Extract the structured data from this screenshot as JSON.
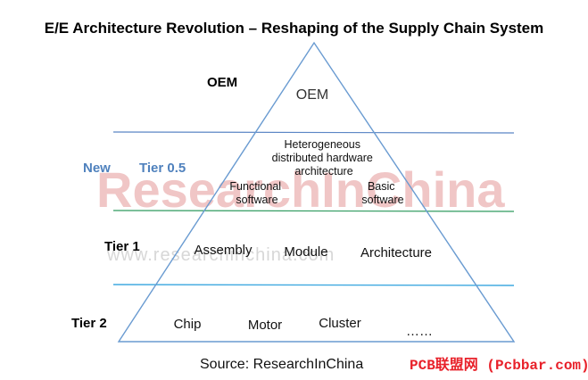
{
  "title": "E/E Architecture Revolution – Reshaping of the Supply Chain System",
  "tiers": {
    "oem": "OEM",
    "new": "New",
    "tier05": "Tier 0.5",
    "tier1": "Tier 1",
    "tier2": "Tier 2"
  },
  "pyramid": {
    "oem_level": "OEM",
    "tier05": {
      "heterogeneous_line1": "Heterogeneous",
      "heterogeneous_line2": "distributed hardware",
      "heterogeneous_line3": "architecture",
      "functional_line1": "Functional",
      "functional_line2": "software",
      "basic_line1": "Basic",
      "basic_line2": "software"
    },
    "tier1_items": [
      "Assembly",
      "Module",
      "Architecture"
    ],
    "tier2_items": [
      "Chip",
      "Motor",
      "Cluster",
      "……"
    ]
  },
  "watermarks": {
    "main": "ResearchInChina",
    "url": "www.researchinchina.com"
  },
  "source": "Source: ResearchInChina",
  "credit": "PCB联盟网 (Pcbbar.com)",
  "colors": {
    "blue_line": "#5b86c5",
    "green_line": "#2e9a5e",
    "cyan_line": "#3fa9e0",
    "triangle": "#6a9bd1",
    "tier_accent": "#4f81bd",
    "credit": "#e8212a"
  }
}
